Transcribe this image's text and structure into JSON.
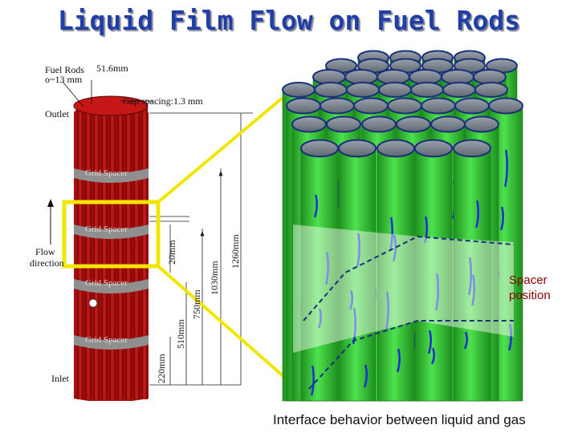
{
  "title": "Liquid Film Flow on Fuel Rods",
  "diagram": {
    "fuel_rods_line1": "Fuel Rods",
    "fuel_rods_line2": "o~13 mm",
    "rod_width": "51.6mm",
    "gap_spacing": "Gap spacing:1.3 mm",
    "outlet": "Outlet",
    "flow_line1": "Flow",
    "flow_line2": "direction",
    "inlet": "Inlet",
    "grid_spacer_labels": [
      "Grid Spacer",
      "Grid Spacer",
      "Grid Spacer",
      "Grid Spacer"
    ],
    "dims": [
      "20mm",
      "1260mm",
      "1030mm",
      "750mm",
      "510mm",
      "220mm"
    ]
  },
  "spacer_position_line1": "Spacer",
  "spacer_position_line2": "position",
  "caption": "Interface behavior between liquid and gas",
  "colors": {
    "title": "#1f3fa6",
    "rod_bundle": "#b01010",
    "spacer": "#8c8c8c",
    "zoom_frame": "#f2e600",
    "film": "#2fcf2f",
    "gas_streak": "#1a2fd6",
    "rod_top": "#7f8a96"
  }
}
